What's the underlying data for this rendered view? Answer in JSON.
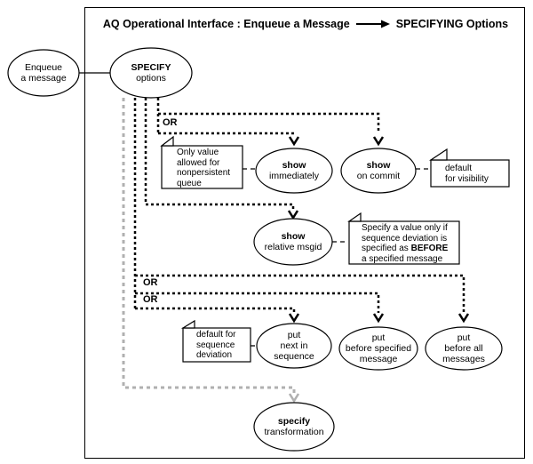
{
  "title": {
    "part1": "AQ Operational Interface : Enqueue a Message",
    "part2": "SPECIFYING Options"
  },
  "or_labels": {
    "or1": "OR",
    "or2": "OR",
    "or3": "OR"
  },
  "nodes": {
    "enqueue": {
      "text": "Enqueue\na message"
    },
    "specify_options": {
      "bold": "SPECIFY",
      "text": "options"
    },
    "show_immediately": {
      "bold": "show",
      "text": "immediately"
    },
    "show_on_commit": {
      "bold": "show",
      "text": "on commit"
    },
    "show_relative_msgid": {
      "bold": "show",
      "text": "relative msgid"
    },
    "put_next_in_sequence": {
      "text": "put\nnext in\nsequence"
    },
    "put_before_specified": {
      "text": "put\nbefore specified\nmessage"
    },
    "put_before_all": {
      "text": "put\nbefore all\nmessages"
    },
    "specify_transformation": {
      "bold": "specify",
      "text": "transformation"
    }
  },
  "notes": {
    "nonpersistent": {
      "text": "Only value\nallowed for\nnonpersistent\nqueue"
    },
    "visibility": {
      "text": "default\nfor visibility"
    },
    "sequence_before": {
      "pre": "Specify a value only if\nsequence deviation is\nspecified as ",
      "bold": "BEFORE",
      "post": "\na specified message"
    },
    "default_sequence": {
      "text": "default for\nsequence\ndeviation"
    }
  },
  "colors": {
    "line": "#000000",
    "gray_line": "#b0b0b0",
    "background": "#ffffff"
  }
}
